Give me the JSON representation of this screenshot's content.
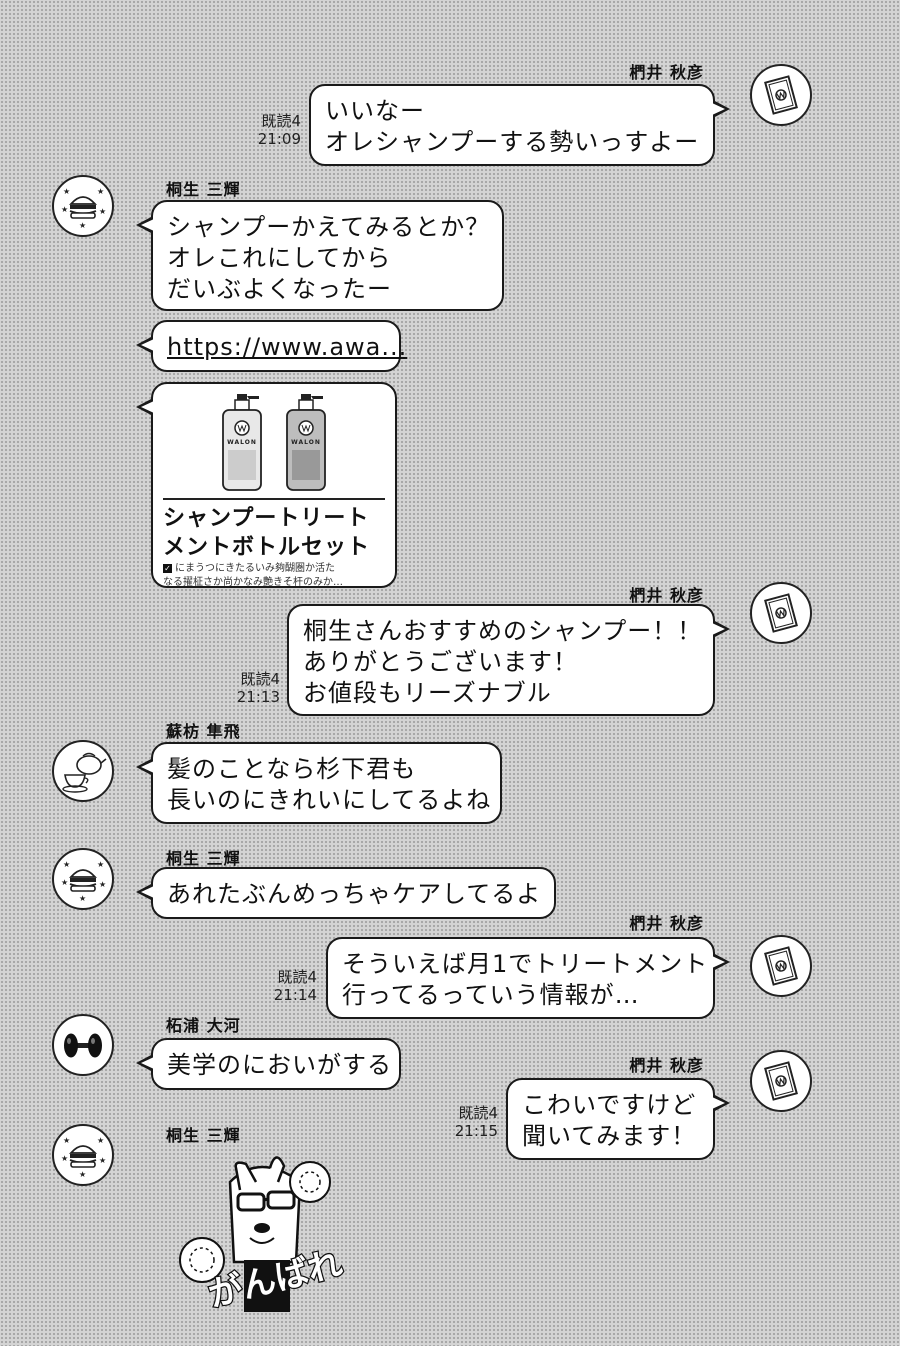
{
  "users": {
    "kunugi": "椚井 秋彦",
    "kiryu": "桐生 三輝",
    "suou": "蘇枋 隼飛",
    "tsuge": "柘浦 大河"
  },
  "messages": {
    "m1": {
      "lines": [
        "いいなー",
        "オレシャンプーする勢いっすよー"
      ],
      "read": "既読4",
      "time": "21:09"
    },
    "m2": {
      "lines": [
        "シャンプーかえてみるとか？",
        "オレこれにしてから",
        "だいぶよくなったー"
      ]
    },
    "m3": {
      "link": "https://www.awa..."
    },
    "m4": {
      "title_lines": [
        "シャンプートリート",
        "メントボトルセット"
      ],
      "desc_lines": [
        "にまうつにきたるいみ夠醐圏か活た",
        "なる擢柾さか尚かなみ艶きそ杆のみか…"
      ],
      "brand": "WALON"
    },
    "m5": {
      "lines": [
        "桐生さんおすすめのシャンプー！！",
        "ありがとうございます！",
        "お値段もリーズナブル"
      ],
      "read": "既読4",
      "time": "21:13"
    },
    "m6": {
      "lines": [
        "髪のことなら杉下君も",
        "長いのにきれいにしてるよね"
      ]
    },
    "m7": {
      "lines": [
        "あれたぶんめっちゃケアしてるよ"
      ]
    },
    "m8": {
      "lines": [
        "そういえば月1でトリートメント",
        "行ってるっていう情報が…"
      ],
      "read": "既読4",
      "time": "21:14"
    },
    "m9": {
      "lines": [
        "美学のにおいがする"
      ]
    },
    "m10": {
      "lines": [
        "こわいですけど",
        "聞いてみます！"
      ],
      "read": "既読4",
      "time": "21:15"
    },
    "sticker": {
      "text": "がんばれ"
    }
  },
  "icons": {
    "kunugi_avatar": "book-icon",
    "kiryu_avatar": "burger-stars-icon",
    "suou_avatar": "teapot-icon",
    "tsuge_avatar": "dumbbell-icon"
  }
}
